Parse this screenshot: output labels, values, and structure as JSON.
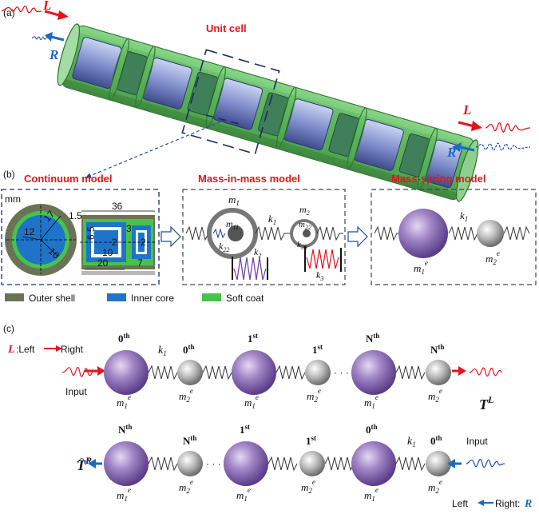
{
  "panel_labels": {
    "a": "(a)",
    "b": "(b)",
    "c": "(c)"
  },
  "panel_a": {
    "wave_left_label": "L",
    "wave_right_label": "R",
    "unit_cell": "Unit cell"
  },
  "panel_b": {
    "continuum_title": "Continuum model",
    "mim_title": "Mass-in-mass model",
    "ms_title": "Mass-spring model",
    "unit": "mm",
    "dims": {
      "d17": "17",
      "d12": "12",
      "d10": "10",
      "d1_5": "1.5",
      "d36": "36",
      "d6_5": "6.5",
      "d3": "3",
      "d2a": "2",
      "d2b": "2",
      "d10b": "10",
      "d20": "20",
      "d7": "7"
    },
    "mim": {
      "m1": "m",
      "m1_sub": "1",
      "m11": "m",
      "m11_sub": "11",
      "k22": "k",
      "k22_sub": "22",
      "k1": "k",
      "k1_sub": "1",
      "m2": "m",
      "m2_sub": "2",
      "m22": "m",
      "m22_sub": "22",
      "k33": "k",
      "k33_sub": "33",
      "k2": "k",
      "k2_sub": "2",
      "k3": "k",
      "k3_sub": "3"
    },
    "ms": {
      "k1": "k",
      "k1_sub": "1",
      "m1e": "m",
      "m1e_sub": "1",
      "m1e_sup": "e",
      "m2e": "m",
      "m2e_sub": "2",
      "m2e_sup": "e"
    },
    "legend": [
      {
        "label": "Outer shell",
        "color": "#6b7357"
      },
      {
        "label": "Inner core",
        "color": "#1f74c9"
      },
      {
        "label": "Soft coat",
        "color": "#47c34c"
      }
    ]
  },
  "panel_c": {
    "lr_key_letter": "L",
    "lr_key_text": ":Left",
    "lr_key_right": " Right",
    "input_top": "Input",
    "input_bottom": "Input",
    "k1": "k",
    "k1_sub": "1",
    "TL": "T",
    "TL_sup": "L",
    "TR": "T",
    "TR_sup": "R",
    "rl_key_left": "Left",
    "rl_key_right": "Right:",
    "rl_key_letter": "R",
    "dots": "· · ·",
    "top_ordinals": [
      "0",
      "th",
      "0",
      "th",
      "1",
      "st",
      "1",
      "st",
      "N",
      "th",
      "N",
      "th"
    ],
    "bottom_ordinals": [
      "N",
      "th",
      "N",
      "th",
      "1",
      "st",
      "1",
      "st",
      "0",
      "th",
      "0",
      "th"
    ],
    "mass_big": "m",
    "mass_big_sub": "1",
    "mass_big_sup": "e",
    "mass_small": "m",
    "mass_small_sub": "2",
    "mass_small_sup": "e"
  }
}
